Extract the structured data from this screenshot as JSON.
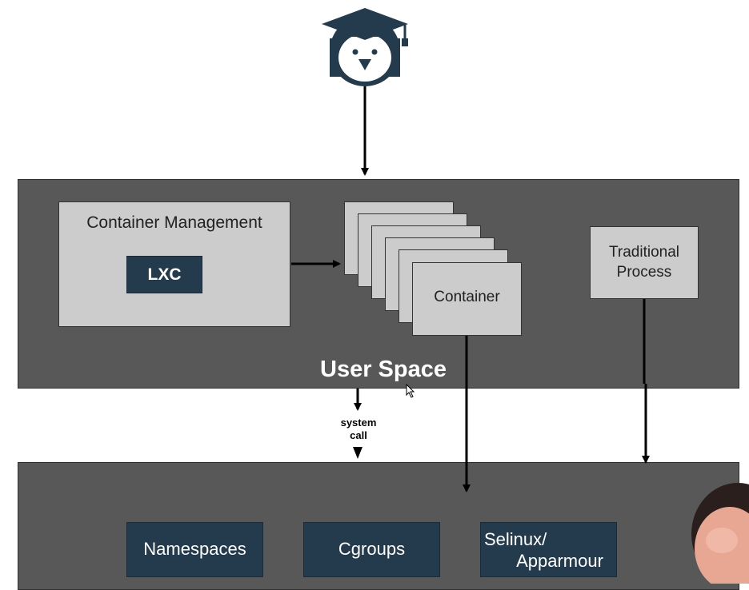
{
  "diagram": {
    "user_space": {
      "label": "User Space",
      "container_management": {
        "title": "Container Management",
        "runtime": "LXC"
      },
      "container": {
        "label": "Container"
      },
      "traditional_process": {
        "line1": "Traditional",
        "line2": "Process"
      }
    },
    "syscall": {
      "line1": "system",
      "line2": "call"
    },
    "kernel": {
      "features": [
        {
          "label": "Namespaces"
        },
        {
          "label": "Cgroups"
        },
        {
          "line1": "Selinux/",
          "line2": "Apparmour"
        }
      ]
    },
    "icons": {
      "top": "graduate-penguin-icon"
    },
    "colors": {
      "panel": "#585858",
      "box_light": "#cccccc",
      "box_dark": "#243b4d",
      "text_light": "#ffffff",
      "arrow": "#000000"
    }
  }
}
